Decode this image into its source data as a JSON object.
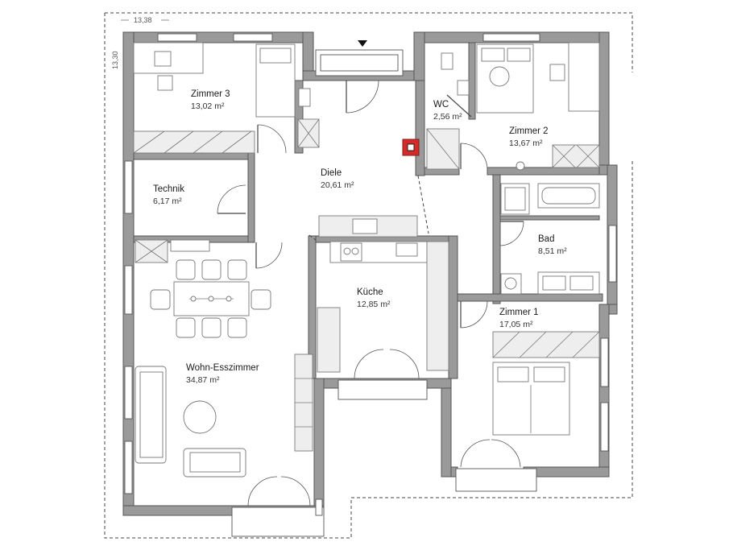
{
  "dimensions": {
    "width_label": "13,38",
    "height_label": "13,30"
  },
  "rooms": [
    {
      "id": "zimmer3",
      "name": "Zimmer 3",
      "area": "13,02 m²"
    },
    {
      "id": "wc",
      "name": "WC",
      "area": "2,56 m²"
    },
    {
      "id": "zimmer2",
      "name": "Zimmer 2",
      "area": "13,67 m²"
    },
    {
      "id": "diele",
      "name": "Diele",
      "area": "20,61 m²"
    },
    {
      "id": "technik",
      "name": "Technik",
      "area": "6,17 m²"
    },
    {
      "id": "bad",
      "name": "Bad",
      "area": "8,51 m²"
    },
    {
      "id": "kueche",
      "name": "Küche",
      "area": "12,85 m²"
    },
    {
      "id": "zimmer1",
      "name": "Zimmer 1",
      "area": "17,05 m²"
    },
    {
      "id": "wohn",
      "name": "Wohn-Esszimmer",
      "area": "34,87 m²"
    }
  ],
  "icons": {
    "entrance": "entrance-arrow-icon",
    "chimney": "chimney-icon"
  },
  "colors": {
    "wall": "#9a9a9a",
    "chimney": "#d42a2a"
  }
}
